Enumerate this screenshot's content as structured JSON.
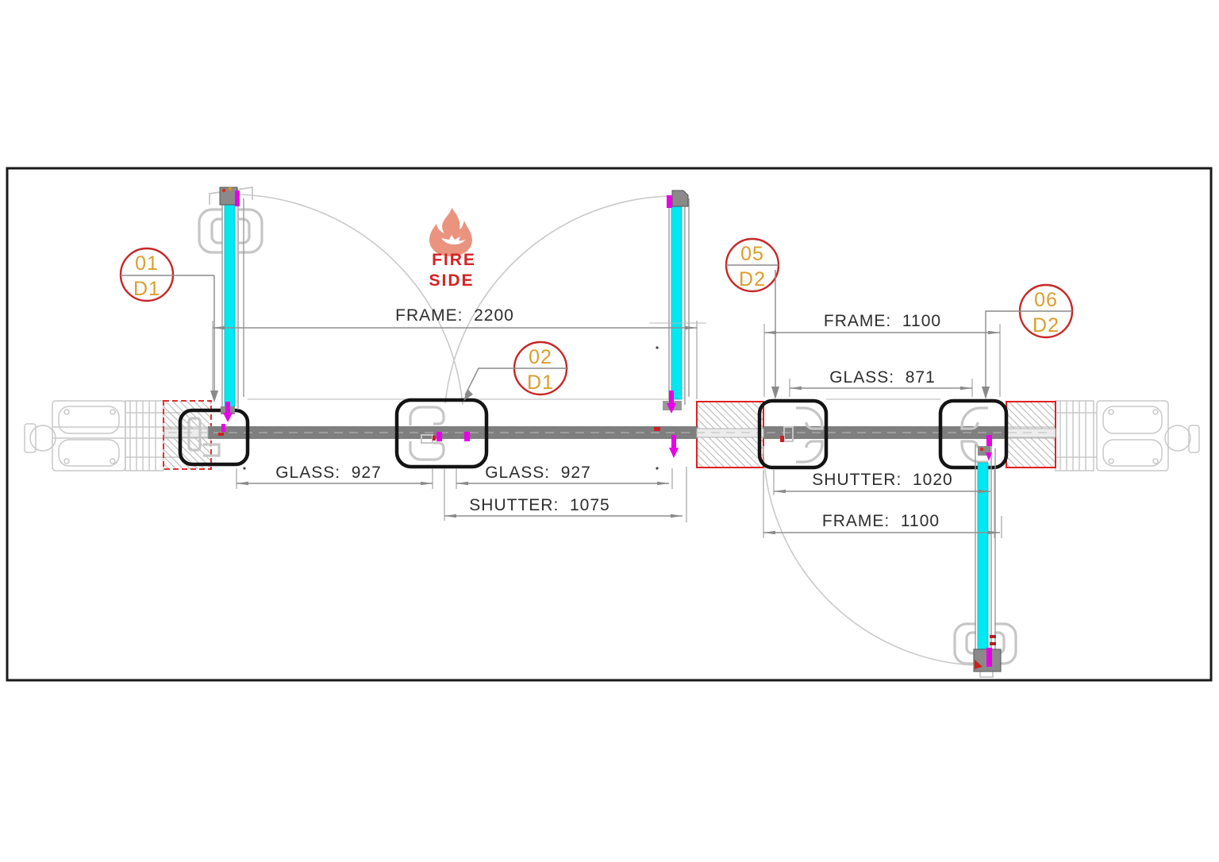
{
  "sheet": {
    "kind": "fire-rated glass door plan drawing"
  },
  "colors": {
    "glass_cyan": "#00e8f2",
    "rail_gray": "#7f7f7f",
    "callout_red": "#c92626",
    "callout_orange": "#dd9d2b",
    "fire_red": "#d62222",
    "flame_salmon": "#ea9480",
    "hatch_red": "#e02020",
    "hardware_magenta": "#e800e8",
    "dim_gray": "#8f8f8f",
    "border_black": "#1a1a1a"
  },
  "fire_side": {
    "line1": "FIRE",
    "line2": "SIDE"
  },
  "callouts": [
    {
      "num": "01",
      "sheet": "D1"
    },
    {
      "num": "02",
      "sheet": "D1"
    },
    {
      "num": "05",
      "sheet": "D2"
    },
    {
      "num": "06",
      "sheet": "D2"
    }
  ],
  "dimensions": {
    "d1_frame": "FRAME:  2200",
    "d1_glass_left": "GLASS:  927",
    "d1_glass_right": "GLASS:  927",
    "d1_shutter": "SHUTTER:  1075",
    "d2_frame_top": "FRAME:  1100",
    "d2_glass": "GLASS:  871",
    "d2_shutter": "SHUTTER:  1020",
    "d2_frame_bottom": "FRAME:  1100"
  }
}
